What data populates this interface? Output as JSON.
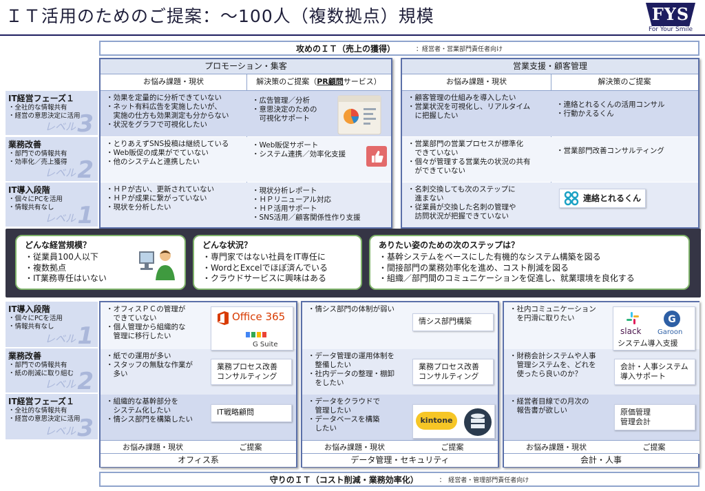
{
  "title": "ＩＴ活用のためのご提案：～100人（複数拠点）規模",
  "logo": {
    "brand": "FYS",
    "tagline": "For Your Smile"
  },
  "top_banner": {
    "main": "攻めのＩＴ（売上の獲得）",
    "sub": "：経営者・営業部門責任者向け"
  },
  "bottom_banner": {
    "main": "守りのＩＴ（コスト削減・業務効率化）",
    "sub": "：　経営者・管理部門責任者向け"
  },
  "level_word": "レベル",
  "upper_levels": [
    {
      "head": "IT経営フェーズ１",
      "desc": [
        "・全社的な情報共有",
        "・経営の意思決定に活用"
      ],
      "num": "3"
    },
    {
      "head": "業務改善",
      "desc": [
        "・部門での情報共有",
        "・効率化／売上獲得"
      ],
      "num": "2"
    },
    {
      "head": "IT導入段階",
      "desc": [
        "・個々にPCを活用",
        "・情報共有なし"
      ],
      "num": "1"
    }
  ],
  "lower_levels": [
    {
      "head": "IT導入段階",
      "desc": [
        "・個々にPCを活用",
        "・情報共有なし"
      ],
      "num": "1"
    },
    {
      "head": "業務改善",
      "desc": [
        "・部門での情報共有",
        "・紙の削減に取り組む"
      ],
      "num": "2"
    },
    {
      "head": "IT経営フェーズ１",
      "desc": [
        "・全社的な情報共有",
        "・経営の意思決定に活用"
      ],
      "num": "3"
    }
  ],
  "promo": {
    "title": "プロモーション・集客",
    "col_issue": "お悩み課題・現状",
    "col_sol_pre": "解決策のご提案（",
    "col_sol_bold": "PR顧問",
    "col_sol_post": "サービス）",
    "issues": [
      [
        "・効果を定量的に分析できていない",
        "・ネット有料広告を実施したいが、",
        "　実施の仕方も効果測定も分からない",
        "・状況をグラフで可視化したい"
      ],
      [
        "・とりあえずSNS投稿は継続している",
        "・Web販促の成果がでていない",
        "・他のシステムと連携したい"
      ],
      [
        "・ＨＰが古い、更新されていない",
        "・ＨＰが成果に繋がっていない",
        "・現状を分析したい"
      ]
    ],
    "solutions": [
      [
        "・広告管理／分析",
        "・意思決定のための",
        "　可視化サポート"
      ],
      [
        "・Web販促サポート",
        "・システム連携／効率化支援"
      ],
      [
        "・現状分析レポート",
        "・ＨＰリニューアル対応",
        "・ＨＰ活用サポート",
        "・SNS活用／顧客関係性作り支援"
      ]
    ]
  },
  "sales": {
    "title": "営業支援・顧客管理",
    "col_issue": "お悩み課題・現状",
    "col_sol": "解決策のご提案",
    "issues": [
      [
        "・顧客管理の仕組みを導入したい",
        "・営業状況を可視化し、リアルタイム",
        "　に把握したい"
      ],
      [
        "・営業部門の営業プロセスが標準化",
        "　できていない",
        "・個々が管理する営業先の状況の共有",
        "　ができていない"
      ],
      [
        "・名刺交換しても次のステップに",
        "　進まない",
        "・従業員が交換した名刺の管理や",
        "　訪問状況が把握できていない"
      ]
    ],
    "solutions": [
      [
        "・連絡とれるくんの活用コンサル",
        "・行動かえるくん"
      ],
      [
        "・営業部門改善コンサルティング"
      ],
      []
    ],
    "product": "連絡とれるくん"
  },
  "middle": [
    {
      "title": "どんな経営規模？",
      "items": [
        "・従業員100人以下",
        "・複数拠点",
        "・IT業務専任はいない"
      ]
    },
    {
      "title": "どんな状況？",
      "items": [
        "・専門家ではない社員をIT専任に",
        "・WordとExcelでほぼ済んでいる",
        "・クラウドサービスに興味はある"
      ]
    },
    {
      "title": "ありたい姿のための次のステップは？",
      "items": [
        "・基幹システムをベースにした有機的なシステム構築を図る",
        "・間接部門の業務効率化を進め、コスト削減を図る",
        "・組織／部門間のコミュニケーションを促進し、就業環境を良化する"
      ]
    }
  ],
  "office": {
    "category": "オフィス系",
    "col_issue": "お悩み課題・現状",
    "col_sol": "ご提案",
    "issues": [
      [
        "・オフィスＰＣの管理が",
        "　できていない",
        "・個人管理から組織的な",
        "　管理に移行したい"
      ],
      [
        "・紙での運用が多い",
        "・スタッフの無駄な作業が",
        "　多い"
      ],
      [
        "・組織的な基幹部分を",
        "　システム化したい",
        "・情シス部門を構築したい"
      ]
    ],
    "solutions": [
      [],
      [
        "業務プロセス改善",
        "コンサルティング"
      ],
      [
        "IT戦略顧問"
      ]
    ],
    "office365": "Office 365",
    "gsuite": "G Suite"
  },
  "data": {
    "category": "データ管理・セキュリティ",
    "col_issue": "お悩み課題・現状",
    "col_sol": "ご提案",
    "issues": [
      [
        "・情シス部門の体制が弱い"
      ],
      [
        "・データ管理の運用体制を",
        "　整備したい",
        "・社内データの整理・棚卸",
        "　をしたい"
      ],
      [
        "・データをクラウドで",
        "　管理したい",
        "・データベースを構築",
        "　したい"
      ]
    ],
    "solutions": [
      [
        "情シス部門構築"
      ],
      [
        "業務プロセス改善",
        "コンサルティング"
      ],
      []
    ],
    "kintone": "kintone"
  },
  "account": {
    "category": "会計・人事",
    "col_issue": "お悩み課題・現状",
    "col_sol": "ご提案",
    "issues": [
      [
        "・社内コミュニケーション",
        "　を円滑に取りたい"
      ],
      [
        "・財務会計システムや人事",
        "　管理システムを、どれを",
        "　使ったら良いのか？"
      ],
      [
        "・経営者目線での月次の",
        "　報告書が欲しい"
      ]
    ],
    "solutions": [
      [],
      [
        "会計・人事システム",
        "導入サポート"
      ],
      [
        "原価管理",
        "管理会計"
      ]
    ],
    "slack": "slack",
    "garoon": "Garoon",
    "sys_support": "システム導入支援"
  },
  "colors": {
    "navy": "#1d1d5f",
    "panel_border": "#5a6fa8",
    "header_bg": "#dde4f2",
    "green": "#7fb36a",
    "office_red": "#d83b01",
    "slack_purple": "#4a154b",
    "cyan": "#1aa1c4"
  }
}
